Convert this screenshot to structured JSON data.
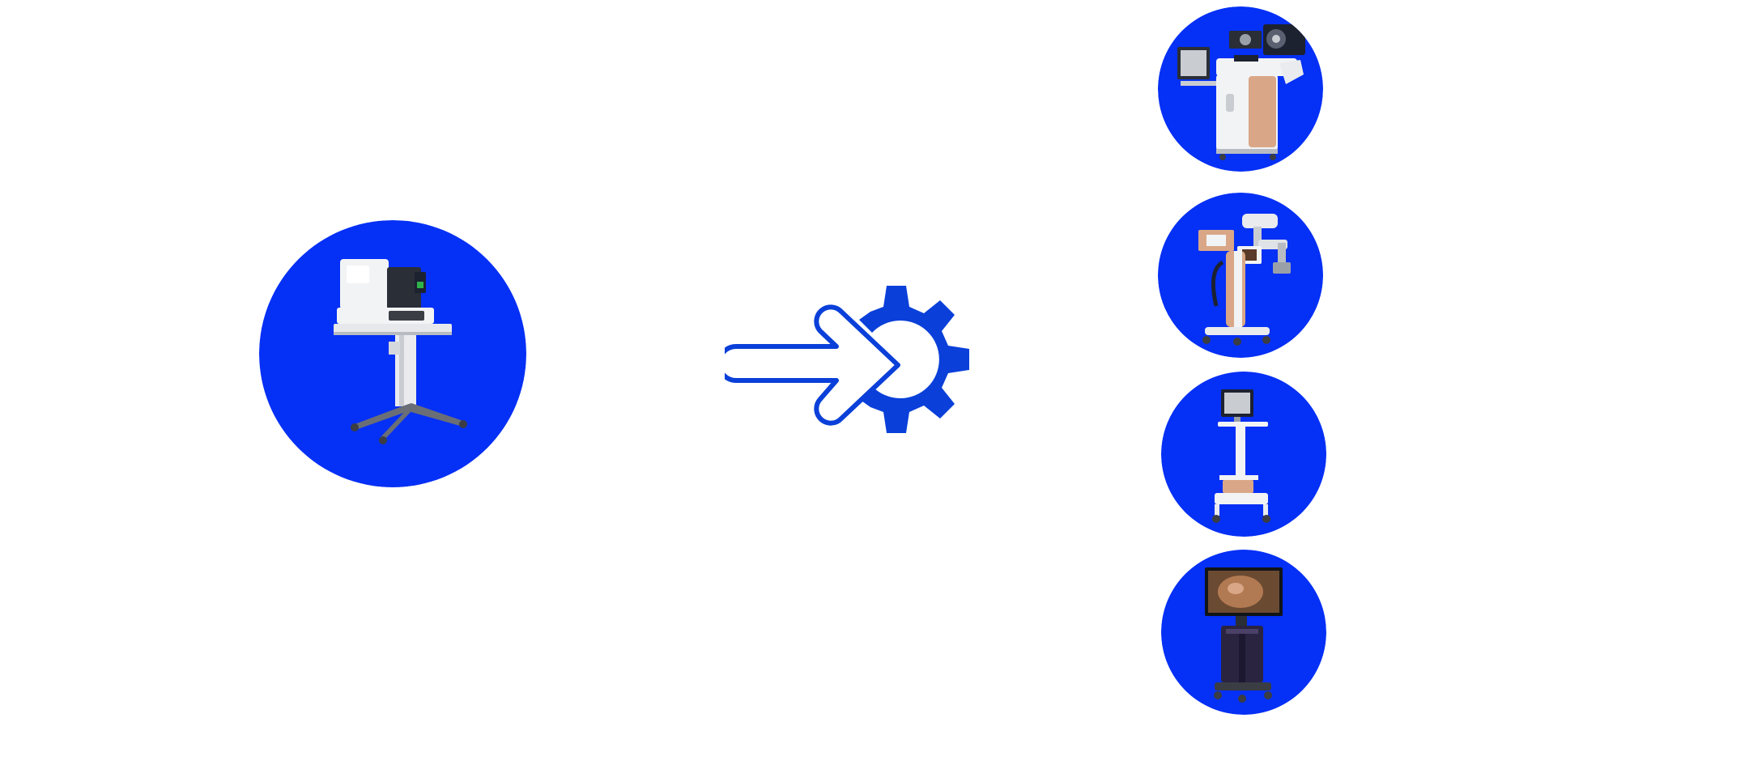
{
  "colors": {
    "circle_fill": "#0530f5",
    "icon_blue": "#0a40d9",
    "device_white": "#f2f3f5",
    "device_grey": "#b8bcc2",
    "device_dark": "#3a3d44",
    "screen_dark": "#1c2230",
    "skin_tone": "#d9a787",
    "accent_green": "#2fb34a"
  },
  "icons": {
    "arrow": "arrow-right-outline-icon",
    "gear": "gear-icon"
  },
  "nodes": {
    "source": {
      "kind": "ophthalmic-imaging-station"
    },
    "targets": [
      {
        "kind": "surgical-console-with-monitors"
      },
      {
        "kind": "surgical-microscope-arm"
      },
      {
        "kind": "monitor-cart"
      },
      {
        "kind": "display-tower"
      }
    ]
  }
}
